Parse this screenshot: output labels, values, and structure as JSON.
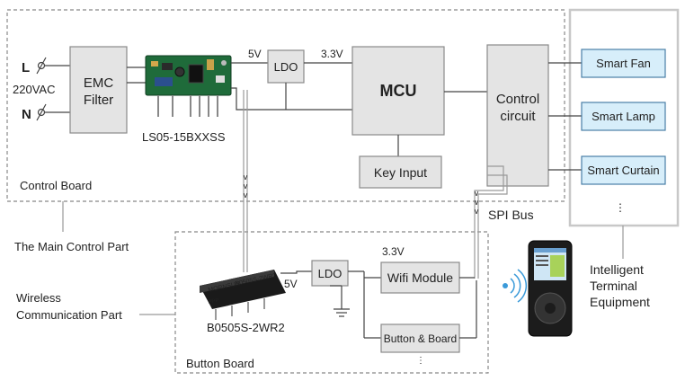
{
  "labels": {
    "terminal_l": "L",
    "terminal_n": "N",
    "voltage_ac": "220VAC",
    "emc_filter_line1": "EMC",
    "emc_filter_line2": "Filter",
    "module_top": "LS05-15BXXSS",
    "volt_5v_top": "5V",
    "ldo_top": "LDO",
    "volt_33_top": "3.3V",
    "mcu": "MCU",
    "control_line1": "Control",
    "control_line2": "circuit",
    "key_input": "Key Input",
    "control_board": "Control Board",
    "spi_bus": "SPI Bus",
    "main_control_part": "The Main Control Part",
    "wireless_line1": "Wireless",
    "wireless_line2": "Communication Part",
    "module_bottom": "B0505S-2WR2",
    "volt_5v_bottom": "5V",
    "ldo_bottom": "LDO",
    "volt_33_bottom": "3.3V",
    "wifi_module": "Wifi Module",
    "button_board_block": "Button & Board",
    "button_board": "Button Board",
    "smart_fan": "Smart Fan",
    "smart_lamp": "Smart Lamp",
    "smart_curtain": "Smart Curtain",
    "intelligent_line1": "Intelligent",
    "intelligent_line2": "Terminal",
    "intelligent_line3": "Equipment",
    "chip_top_marking": "MORNSUN",
    "chip_bottom_marking": "B0505S-2WR2",
    "chip_side_marking": "PPP"
  },
  "colors": {
    "block_fill": "#e4e4e4",
    "smart_fill": "#d7eefa",
    "wireless_accent": "#3a9ad9",
    "pcb_green": "#1f6b3a"
  }
}
